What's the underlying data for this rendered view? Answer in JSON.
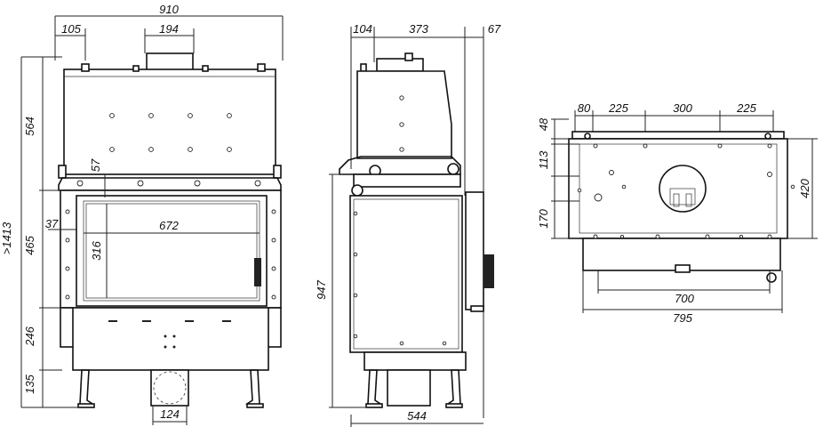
{
  "front_view": {
    "dims": {
      "overall_width": "910",
      "left_offset": "105",
      "top_flue_width": "194",
      "upper_height": "564",
      "glass_offset": "57",
      "side_offset": "37",
      "door_width": "672",
      "total_height": ">1413",
      "middle_height": "465",
      "glass_height": "316",
      "lower_height": "246",
      "leg_height": "135",
      "air_inlet_width": "124"
    }
  },
  "side_view": {
    "dims": {
      "rear_offset": "104",
      "body_depth": "373",
      "handle_offset": "67",
      "body_height": "947",
      "overall_depth": "544"
    }
  },
  "top_view": {
    "dims": {
      "col_a": "80",
      "col_b": "225",
      "col_c": "300",
      "col_d": "225",
      "row_a": "48",
      "row_b": "113",
      "row_c": "170",
      "depth": "420",
      "inner_width": "700",
      "outer_width": "795"
    }
  }
}
